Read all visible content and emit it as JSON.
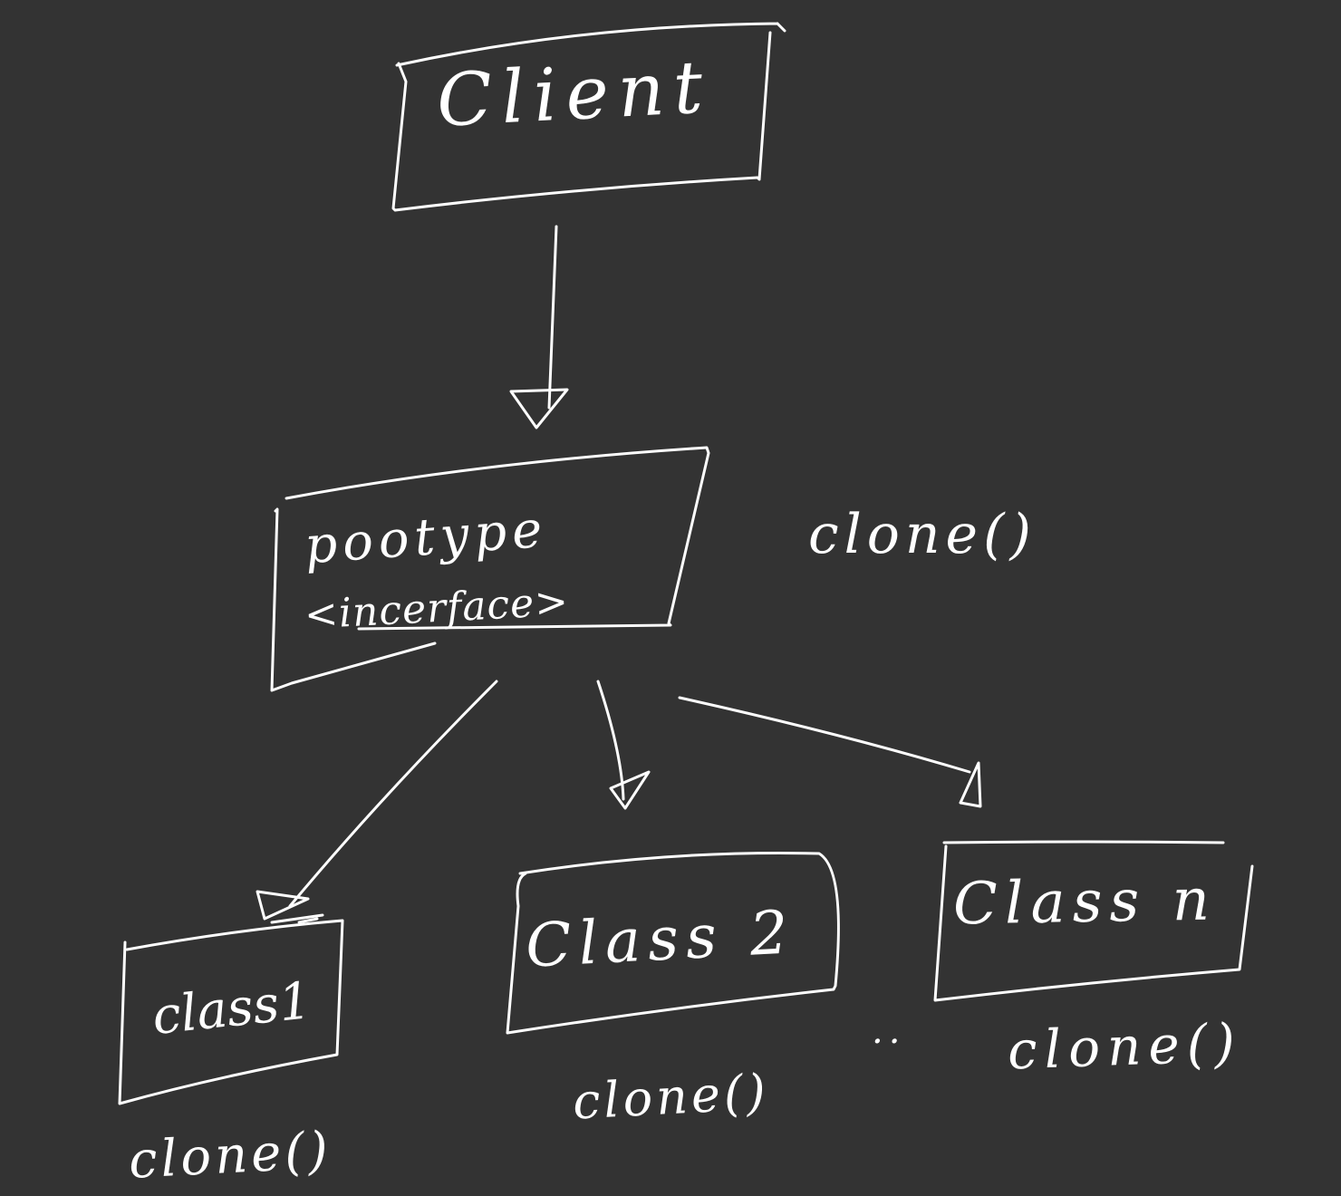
{
  "diagram": {
    "client_label": "Client",
    "prototype_label": "pootype",
    "prototype_stereotype": "<incerface>",
    "prototype_method": "clone()",
    "class1_label": "class1",
    "class2_label": "Class 2",
    "classn_label": "Class n",
    "class1_method": "clone()",
    "class2_method": "clone()",
    "classn_method": "clone()",
    "ellipsis": "..",
    "ink_color": "#ffffff",
    "background_color": "#333333"
  }
}
